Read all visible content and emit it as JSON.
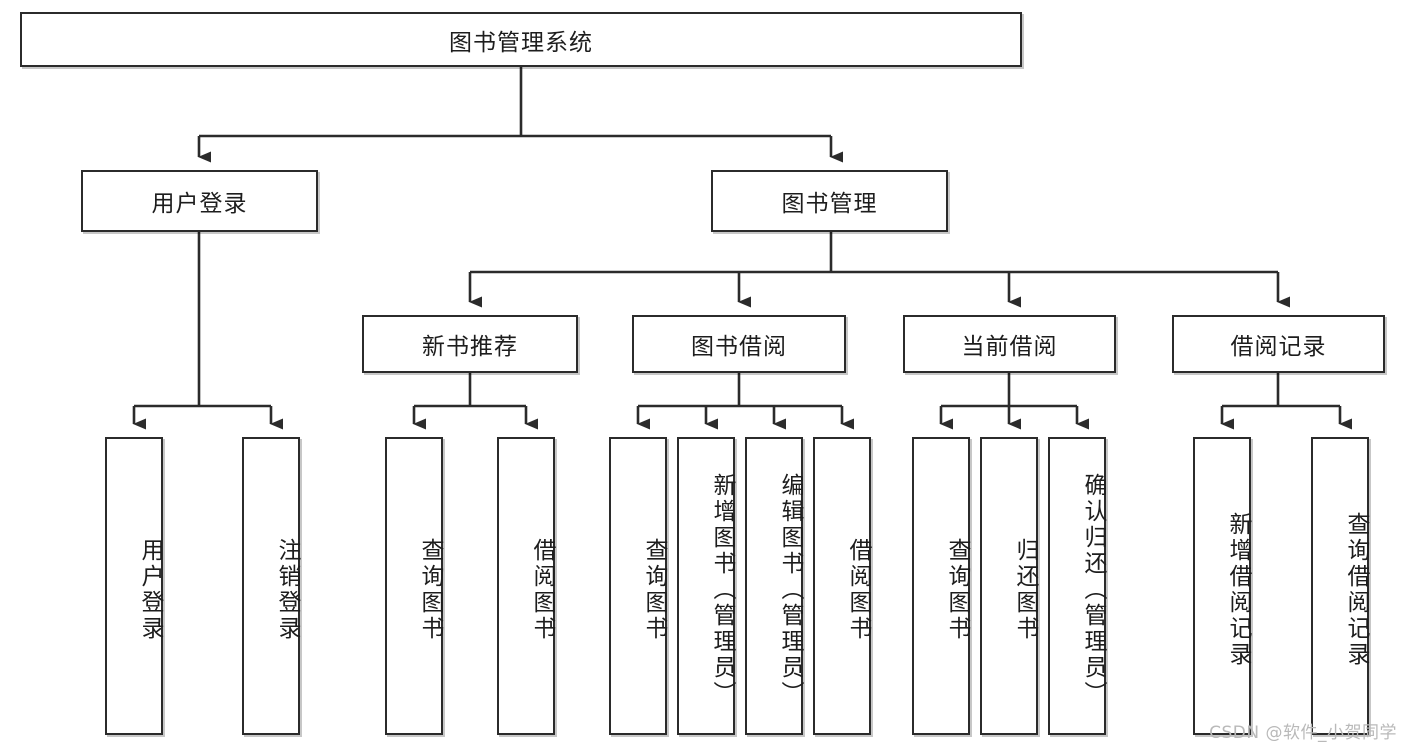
{
  "diagram": {
    "title": "图书管理系统",
    "type": "hierarchy-tree",
    "watermark": "CSDN @软件_小贺同学",
    "colors": {
      "background": "#ffffff",
      "node_border": "#2b2b2b",
      "node_fill": "#ffffff",
      "text": "#1d1d1d",
      "connector": "#2b2b2b",
      "watermark": "#b9b9b9"
    },
    "nodes": {
      "root": {
        "label": "图书管理系统"
      },
      "level2": [
        {
          "id": "user-login",
          "label": "用户登录"
        },
        {
          "id": "book-management",
          "label": "图书管理"
        }
      ],
      "level3": [
        {
          "id": "new-book-recommend",
          "label": "新书推荐"
        },
        {
          "id": "book-borrow",
          "label": "图书借阅"
        },
        {
          "id": "current-borrow",
          "label": "当前借阅"
        },
        {
          "id": "borrow-record",
          "label": "借阅记录"
        }
      ],
      "leaves": {
        "user-login": [
          {
            "id": "leaf-user-login",
            "label": "用户登录"
          },
          {
            "id": "leaf-user-logout",
            "label": "注销登录"
          }
        ],
        "new-book-recommend": [
          {
            "id": "leaf-query-book-1",
            "label": "查询图书"
          },
          {
            "id": "leaf-borrow-book-1",
            "label": "借阅图书"
          }
        ],
        "book-borrow": [
          {
            "id": "leaf-query-book-2",
            "label": "查询图书"
          },
          {
            "id": "leaf-add-book",
            "label": "新增图书（管理员）"
          },
          {
            "id": "leaf-edit-book",
            "label": "编辑图书（管理员）"
          },
          {
            "id": "leaf-borrow-book-2",
            "label": "借阅图书"
          }
        ],
        "current-borrow": [
          {
            "id": "leaf-query-book-3",
            "label": "查询图书"
          },
          {
            "id": "leaf-return-book",
            "label": "归还图书"
          },
          {
            "id": "leaf-confirm-return",
            "label": "确认归还（管理员）"
          }
        ],
        "borrow-record": [
          {
            "id": "leaf-add-record",
            "label": "新增借阅记录"
          },
          {
            "id": "leaf-query-record",
            "label": "查询借阅记录"
          }
        ]
      }
    }
  }
}
